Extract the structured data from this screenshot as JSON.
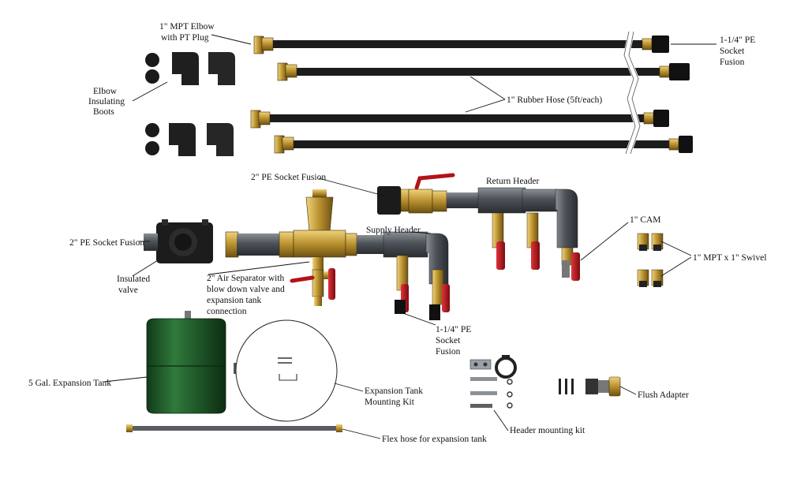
{
  "labels": {
    "elbow_pt_1": "1\" MPT Elbow",
    "elbow_pt_2": "with PT Plug",
    "pe_socket_top_1": "1-1/4\" PE",
    "pe_socket_top_2": "Socket",
    "pe_socket_top_3": "Fusion",
    "boots_1": "Elbow",
    "boots_2": "Insulating",
    "boots_3": "Boots",
    "rubber_hose": "1\" Rubber Hose (5ft/each)",
    "pe_socket_2in_top": "2\" PE Socket Fusion",
    "return_header": "Return Header",
    "cam": "1\" CAM",
    "swivel": "1\" MPT x 1\" Swivel",
    "pe_socket_2in_left": "2\" PE Socket Fusion",
    "supply_header": "Supply Header",
    "insulated_valve_1": "Insulated",
    "insulated_valve_2": "valve",
    "air_sep_1": "2\" Air Separator with",
    "air_sep_2": "blow down valve and",
    "air_sep_3": "expansion tank",
    "air_sep_4": "connection",
    "pe_socket_bottom_1": "1-1/4\" PE",
    "pe_socket_bottom_2": "Socket",
    "pe_socket_bottom_3": "Fusion",
    "expansion_tank": "5 Gal. Expansion Tank",
    "mount_kit_1": "Expansion Tank",
    "mount_kit_2": "Mounting Kit",
    "header_kit": "Header mounting kit",
    "flush_adapter": "Flush Adapter",
    "flex_hose": "Flex hose for expansion tank"
  },
  "colors": {
    "hose": "#1c1c1c",
    "pipe": "#55595e",
    "brass": "#b8902e",
    "valve_red": "#b3121a",
    "tank_green": "#1f5a2a"
  }
}
